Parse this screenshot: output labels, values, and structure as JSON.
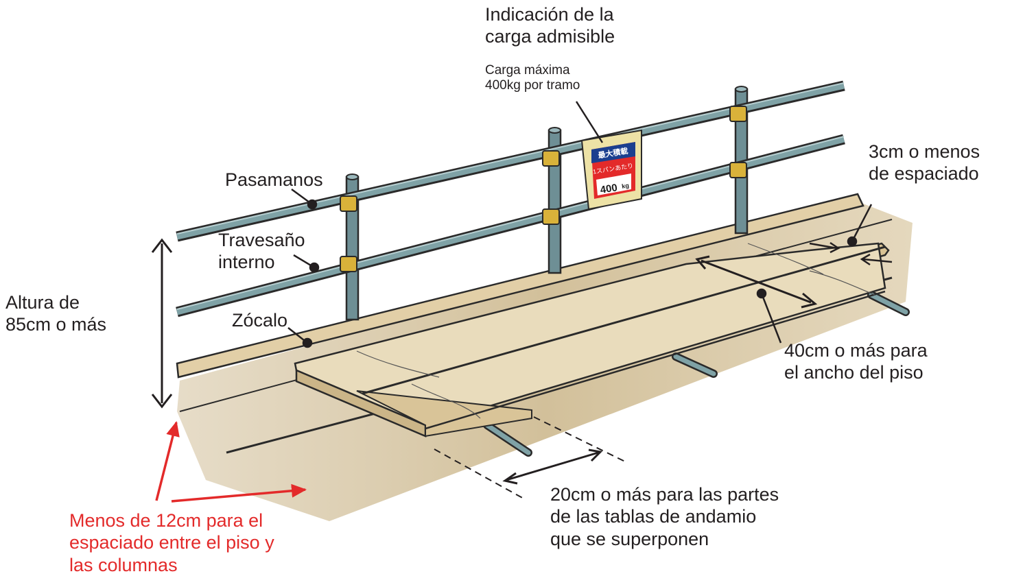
{
  "labels": {
    "indicacion": "Indicación de la\ncarga admisible",
    "carga_maxima": "Carga máxima\n400kg por tramo",
    "pasamanos": "Pasamanos",
    "travesano": "Travesaño\ninterno",
    "altura": "Altura de\n85cm o más",
    "zocalo": "Zócalo",
    "espaciado_3cm": "3cm o menos\nde espaciado",
    "ancho_piso": "40cm o más para\nel ancho del piso",
    "superponen": "20cm o más para las partes\nde las tablas de andamio\nque se superponen",
    "menos_12cm": "Menos de 12cm para el\nespaciado entre el piso y\nlas columnas"
  },
  "sign": {
    "line1": "最大積載",
    "line2": "1スパンあたり",
    "line3": "400",
    "unit": "kg"
  },
  "colors": {
    "pipe": "#6e8f95",
    "pipe_dark": "#2a2a2a",
    "clamp": "#d9b23a",
    "board": "#e6d7b4",
    "board_dark": "#c7b082",
    "sign_red": "#e32a2a",
    "sign_blue": "#1b3f8f",
    "annotation_red": "#e32a2a"
  }
}
